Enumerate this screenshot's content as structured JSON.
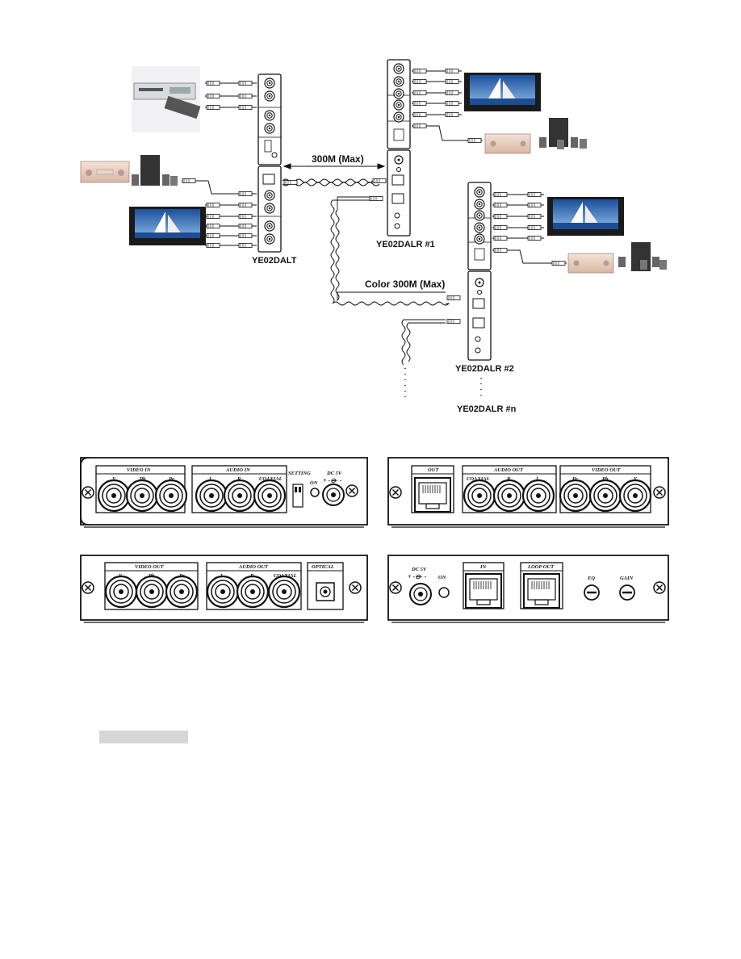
{
  "diagram": {
    "transmitter_label": "YE02DALT",
    "receivers": [
      {
        "label": "YE02DALR #1"
      },
      {
        "label": "YE02DALR #2"
      },
      {
        "label": "YE02DALR #n"
      }
    ],
    "links": [
      {
        "label": "300M (Max)"
      },
      {
        "label": "Color 300M (Max)"
      }
    ]
  },
  "panels": {
    "tx_front": {
      "video_group": "VIDEO IN",
      "video_ports": [
        "Y",
        "Pb",
        "Pr"
      ],
      "audio_group": "AUDIO IN",
      "audio_ports": [
        "L",
        "R",
        "COAXIAL"
      ],
      "setting": "SETTING",
      "on": "ON",
      "dc": "DC 5V"
    },
    "tx_back": {
      "out": "OUT",
      "audio_group": "AUDIO OUT",
      "audio_ports": [
        "COAXIAL",
        "R",
        "L"
      ],
      "video_group": "VIDEO OUT",
      "video_ports": [
        "Pr",
        "Pb",
        "Y"
      ]
    },
    "rx_front": {
      "video_group": "VIDEO OUT",
      "video_ports": [
        "Y",
        "Pb",
        "Pr"
      ],
      "audio_group": "AUDIO OUT",
      "audio_ports": [
        "L",
        "R",
        "COAXIAL"
      ],
      "optical": "OPTICAL"
    },
    "rx_back": {
      "dc": "DC 5V",
      "on": "ON",
      "in": "IN",
      "loop_out": "LOOP OUT",
      "eq": "EQ",
      "gain": "GAIN"
    }
  }
}
